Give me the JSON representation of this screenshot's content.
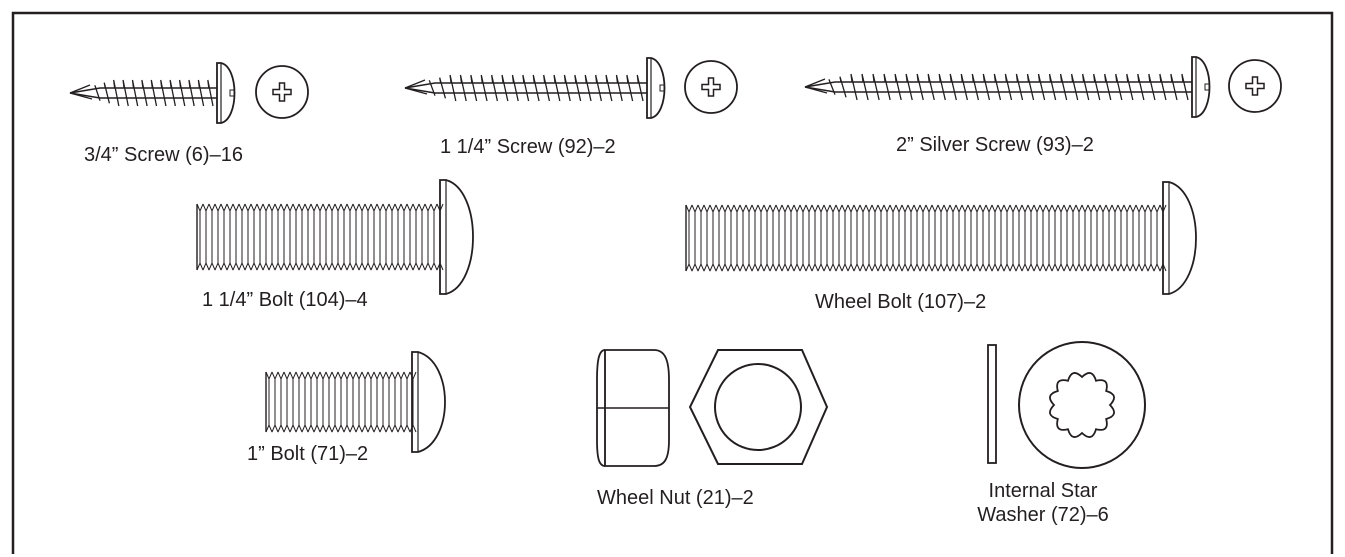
{
  "colors": {
    "ink": "#231f20",
    "background": "#ffffff"
  },
  "parts": {
    "screw_3_4": {
      "label": "3/4” Screw (6)–16"
    },
    "screw_1_1_4": {
      "label": "1 1/4” Screw (92)–2"
    },
    "screw_2_silver": {
      "label": "2” Silver Screw (93)–2"
    },
    "bolt_1_1_4": {
      "label": "1 1/4” Bolt (104)–4"
    },
    "wheel_bolt": {
      "label": "Wheel Bolt (107)–2"
    },
    "bolt_1": {
      "label": "1” Bolt (71)–2"
    },
    "wheel_nut": {
      "label": "Wheel Nut (21)–2"
    },
    "washer": {
      "line1": "Internal Star",
      "line2": "Washer (72)–6"
    }
  }
}
